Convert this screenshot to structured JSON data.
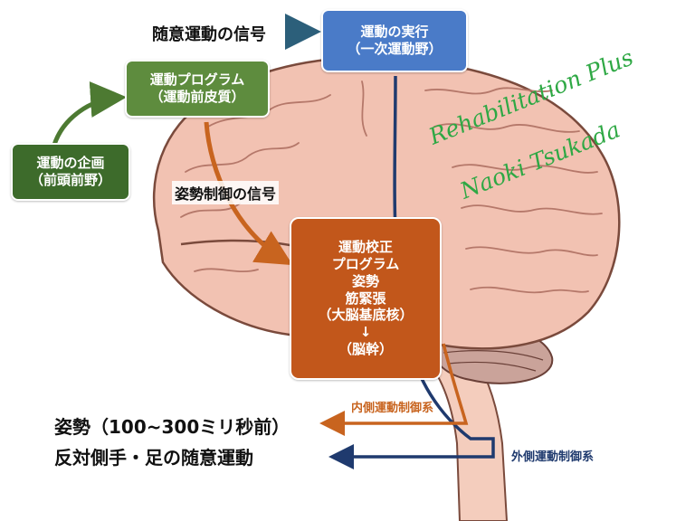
{
  "boxes": {
    "planning": {
      "line1": "運動の企画",
      "line2": "（前頭前野）"
    },
    "program": {
      "line1": "運動プログラム",
      "line2": "（運動前皮質）"
    },
    "execution": {
      "line1": "運動の実行",
      "line2": "（一次運動野）"
    },
    "basal": {
      "lines": [
        "運動校正",
        "プログラム",
        "姿勢",
        "筋緊張",
        "（大脳基底核）",
        "↓",
        "（脳幹）"
      ]
    }
  },
  "labels": {
    "voluntary_signal": "随意運動の信号",
    "posture_signal": "姿勢制御の信号",
    "medial_system": "内側運動制御系",
    "lateral_system": "外側運動制御系",
    "posture_outcome": "姿勢（100~300ミリ秒前）",
    "voluntary_outcome": "反対側手・足の随意運動"
  },
  "watermark": {
    "line1": "Rehabilitation Plus",
    "line2": "Naoki Tsukada"
  },
  "colors": {
    "planning": "#3d6b2b",
    "program": "#5e8c3e",
    "execution": "#4a7bc8",
    "basal": "#c2571b",
    "medial_arrow": "#c8641f",
    "lateral_arrow": "#1f3a6e",
    "brain": "#f2c2b2",
    "watermark": "#2ea844"
  }
}
